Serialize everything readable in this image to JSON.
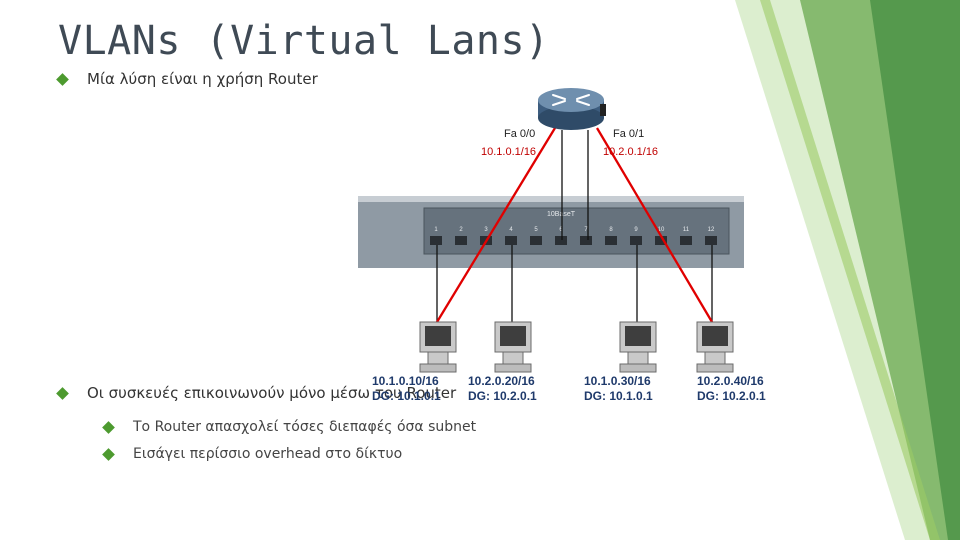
{
  "slide": {
    "title": "VLANs (Virtual Lans)",
    "bullets": [
      {
        "text": "Μία λύση είναι η χρήση Router"
      },
      {
        "text": "Οι συσκευές επικοινωνούν μόνο μέσω του Router"
      }
    ],
    "sub_bullets": [
      {
        "text": "Το Router απασχολεί τόσες διεπαφές όσα subnet"
      },
      {
        "text": "Εισάγει περίσσιο overhead στο δίκτυο"
      }
    ]
  },
  "diagram": {
    "router": {
      "ports": [
        {
          "name": "Fa 0/0",
          "ip": "10.1.0.1/16"
        },
        {
          "name": "Fa 0/1",
          "ip": "10.2.0.1/16"
        }
      ]
    },
    "switch": {
      "label": "10BaseT",
      "port_numbers": [
        "1",
        "2",
        "3",
        "4",
        "5",
        "6",
        "7",
        "8",
        "9",
        "10",
        "11",
        "12"
      ]
    },
    "pcs": [
      {
        "ip": "10.1.0.10/16",
        "dg": "DG: 10.1.0.1"
      },
      {
        "ip": "10.2.0.20/16",
        "dg": "DG: 10.2.0.1"
      },
      {
        "ip": "10.1.0.30/16",
        "dg": "DG: 10.1.0.1"
      },
      {
        "ip": "10.2.0.40/16",
        "dg": "DG: 10.2.0.1"
      }
    ]
  },
  "colors": {
    "accent_green": "#4d9a2f",
    "link_red": "#e00000",
    "label_red": "#c00000",
    "label_blue": "#1f3a6b",
    "title_gray": "#3f4a55"
  }
}
